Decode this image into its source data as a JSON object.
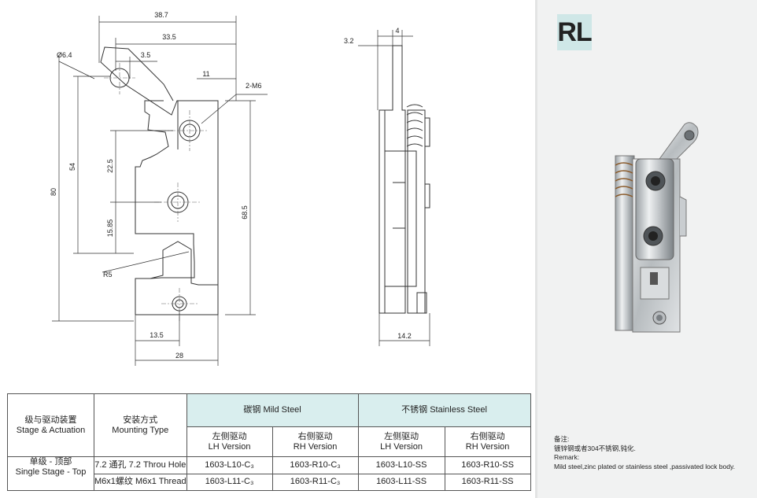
{
  "drawing": {
    "dims": {
      "d38_7": "38.7",
      "d33_5": "33.5",
      "dia6_4": "Ø6.4",
      "d3_5": "3.5",
      "d11": "11",
      "m6": "2-M6",
      "d54": "54",
      "d80": "80",
      "d22_5": "22.5",
      "d15_85": "15.85",
      "d68_5": "68.5",
      "r5": "R5",
      "d13_5": "13.5",
      "d28": "28",
      "d3_2": "3.2",
      "d4": "4",
      "d14_2": "14.2"
    }
  },
  "table": {
    "stage_header": [
      "级与驱动装置",
      "Stage & Actuation"
    ],
    "mount_header": [
      "安装方式",
      "Mounting Type"
    ],
    "mild_steel": "碳钢 Mild Steel",
    "stainless": "不锈钢 Stainless Steel",
    "lh": [
      "左侧驱动",
      "LH Version"
    ],
    "rh": [
      "右侧驱动",
      "RH Version"
    ],
    "stage_value": [
      "单级 - 顶部",
      "Single Stage - Top"
    ],
    "rows": [
      {
        "mount": "7.2 通孔 7.2 Throu Hole",
        "ms_lh": "1603-L10-C₃",
        "ms_rh": "1603-R10-C₃",
        "ss_lh": "1603-L10-SS",
        "ss_rh": "1603-R10-SS"
      },
      {
        "mount": "M6x1螺纹 M6x1 Thread",
        "ms_lh": "1603-L11-C₃",
        "ms_rh": "1603-R11-C₃",
        "ss_lh": "1603-L11-SS",
        "ss_rh": "1603-R11-SS"
      }
    ]
  },
  "panel": {
    "badge": "RL",
    "remark": [
      "备注:",
      "镀锌钢或者304不锈钢,钝化.",
      "Remark:",
      "Mild steel,zinc plated or stainless steel ,passivated lock body."
    ]
  },
  "colors": {
    "table_header_bg": "#d9eeee",
    "badge_bg": "#cfe7e7",
    "panel_bg": "#f1f2f2"
  }
}
